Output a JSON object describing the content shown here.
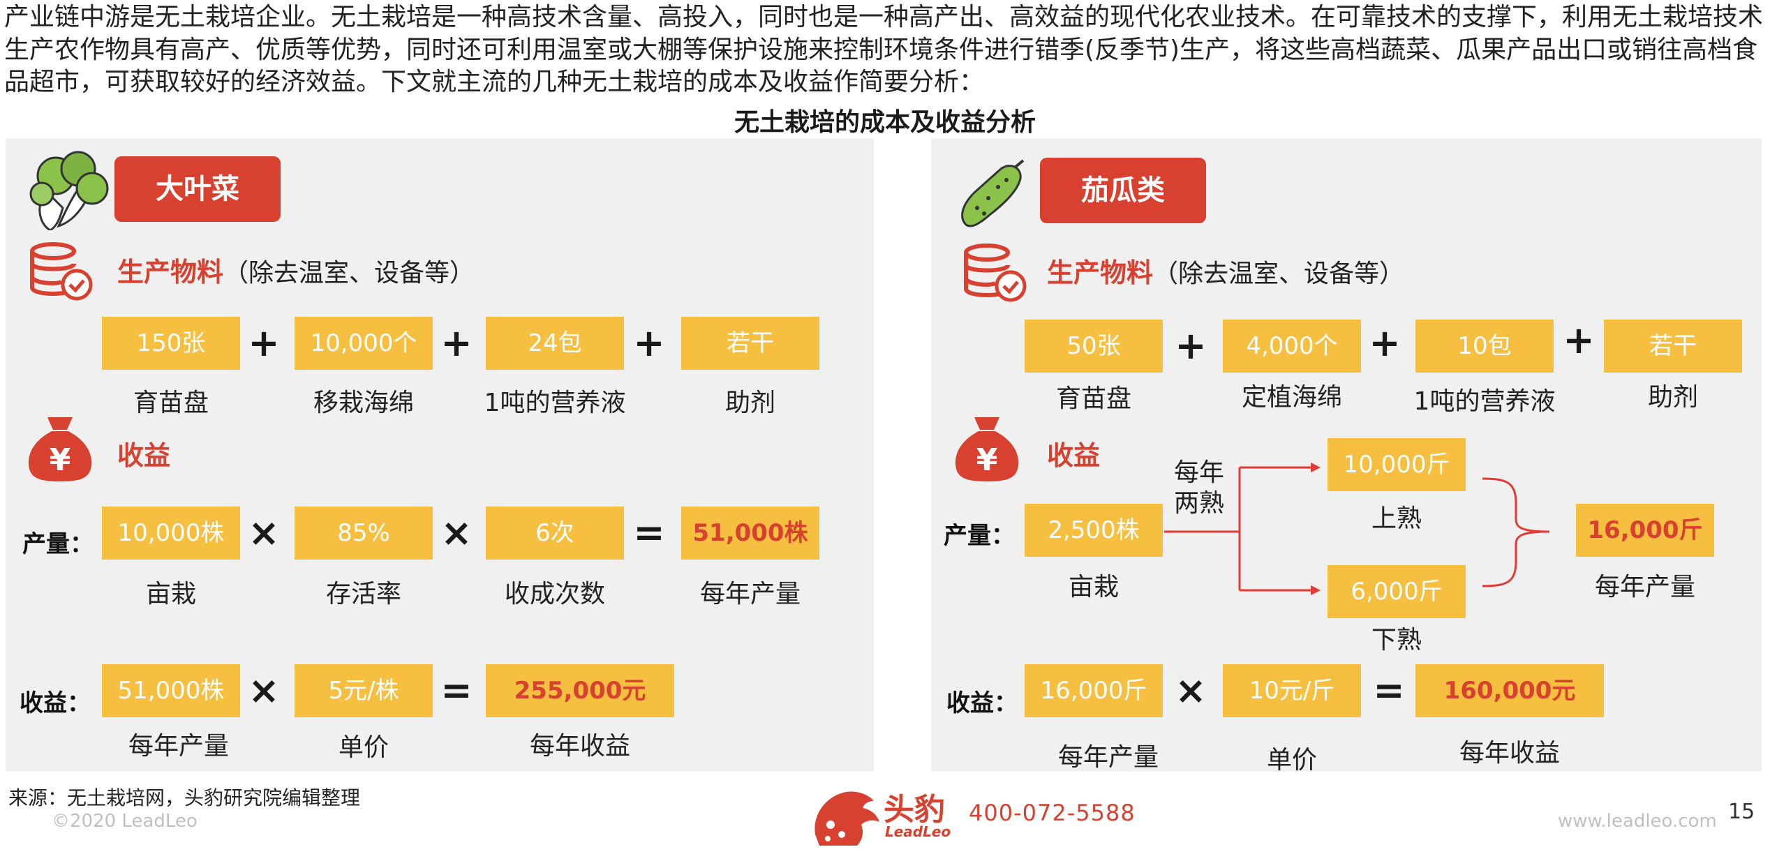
{
  "intro": "产业链中游是无土栽培企业。无土栽培是一种高技术含量、高投入，同时也是一种高产出、高效益的现代化农业技术。在可靠技术的支撑下，利用无土栽培技术生产农作物具有高产、优质等优势，同时还可利用温室或大棚等保护设施来控制环境条件进行错季(反季节)生产，将这些高档蔬菜、瓜果产品出口或销往高档食品超市，可获取较好的经济效益。下文就主流的几种无土栽培的成本及收益作简要分析：",
  "title": "无土栽培的成本及收益分析",
  "colors": {
    "accent_red": "#d8412f",
    "box_yellow": "#f7bf3f",
    "panel_bg": "#f0f0f0"
  },
  "left": {
    "tag": "大叶菜",
    "materials_title": "生产物料",
    "materials_sub": "（除去温室、设备等）",
    "materials": [
      {
        "value": "150张",
        "label": "育苗盘"
      },
      {
        "value": "10,000个",
        "label": "移栽海绵"
      },
      {
        "value": "24包",
        "label": "1吨的营养液"
      },
      {
        "value": "若干",
        "label": "助剂"
      }
    ],
    "income_title": "收益",
    "yield_label": "产量：",
    "yield": [
      {
        "value": "10,000株",
        "label": "亩栽"
      },
      {
        "value": "85%",
        "label": "存活率"
      },
      {
        "value": "6次",
        "label": "收成次数"
      },
      {
        "value": "51,000株",
        "label": "每年产量"
      }
    ],
    "revenue_label": "收益：",
    "revenue": [
      {
        "value": "51,000株",
        "label": "每年产量"
      },
      {
        "value": "5元/株",
        "label": "单价"
      },
      {
        "value": "255,000元",
        "label": "每年收益"
      }
    ]
  },
  "right": {
    "tag": "茄瓜类",
    "materials_title": "生产物料",
    "materials_sub": "（除去温室、设备等）",
    "materials": [
      {
        "value": "50张",
        "label": "育苗盘"
      },
      {
        "value": "4,000个",
        "label": "定植海绵"
      },
      {
        "value": "10包",
        "label": "1吨的营养液"
      },
      {
        "value": "若干",
        "label": "助剂"
      }
    ],
    "income_title": "收益",
    "yield_label": "产量：",
    "plant": {
      "value": "2,500株",
      "label": "亩栽"
    },
    "twice_line1": "每年",
    "twice_line2": "两熟",
    "upper": {
      "value": "10,000斤",
      "label": "上熟"
    },
    "lower": {
      "value": "6,000斤",
      "label": "下熟"
    },
    "total": {
      "value": "16,000斤",
      "label": "每年产量"
    },
    "revenue_label": "收益：",
    "revenue": [
      {
        "value": "16,000斤",
        "label": "每年产量"
      },
      {
        "value": "10元/斤",
        "label": "单价"
      },
      {
        "value": "160,000元",
        "label": "每年收益"
      }
    ]
  },
  "ops": {
    "plus": "+",
    "times": "×",
    "equals": "="
  },
  "footer": {
    "source": "来源：无土栽培网，头豹研究院编辑整理",
    "copyright": "©2020 LeadLeo",
    "brand_cn": "头豹",
    "brand_en": "LeadLeo",
    "phone": "400-072-5588",
    "website": "www.leadleo.com",
    "page": "15"
  }
}
